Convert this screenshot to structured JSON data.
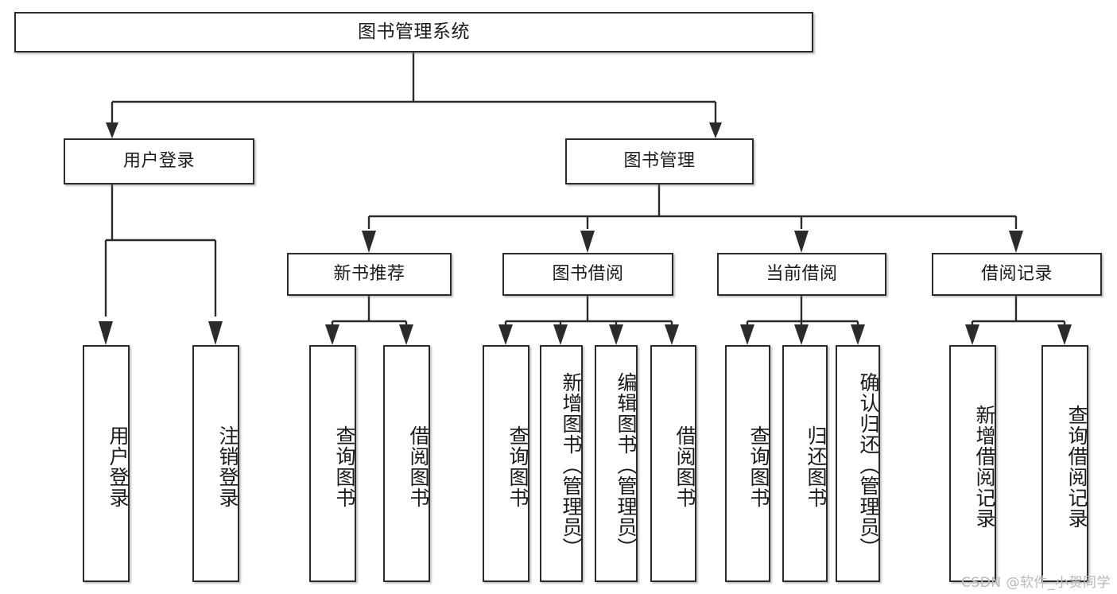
{
  "diagram": {
    "type": "tree",
    "title": "图书管理系统",
    "watermark": "CSDN @软件_小贺同学",
    "colors": {
      "box_border": "#2b2b2b",
      "box_fill": "#ffffff",
      "connector": "#2b2b2b",
      "text": "#1b1b1b",
      "watermark": "#b9b9b9",
      "background": "#ffffff"
    },
    "levels": [
      {
        "level": 1,
        "nodes": [
          {
            "id": "root",
            "label": "图书管理系统",
            "orientation": "horizontal"
          }
        ]
      },
      {
        "level": 2,
        "nodes": [
          {
            "id": "login",
            "label": "用户登录",
            "orientation": "horizontal",
            "parent": "root"
          },
          {
            "id": "bookmgmt",
            "label": "图书管理",
            "orientation": "horizontal",
            "parent": "root"
          }
        ]
      },
      {
        "level": 3,
        "nodes": [
          {
            "id": "newbook",
            "label": "新书推荐",
            "orientation": "horizontal",
            "parent": "bookmgmt"
          },
          {
            "id": "borrow",
            "label": "图书借阅",
            "orientation": "horizontal",
            "parent": "bookmgmt"
          },
          {
            "id": "current",
            "label": "当前借阅",
            "orientation": "horizontal",
            "parent": "bookmgmt"
          },
          {
            "id": "records",
            "label": "借阅记录",
            "orientation": "horizontal",
            "parent": "bookmgmt"
          }
        ]
      },
      {
        "level": 4,
        "nodes": [
          {
            "id": "leaf1",
            "label": "用户登录",
            "orientation": "vertical",
            "parent": "login"
          },
          {
            "id": "leaf2",
            "label": "注销登录",
            "orientation": "vertical",
            "parent": "login"
          },
          {
            "id": "leaf3",
            "label": "查询图书",
            "orientation": "vertical",
            "parent": "newbook"
          },
          {
            "id": "leaf4",
            "label": "借阅图书",
            "orientation": "vertical",
            "parent": "newbook"
          },
          {
            "id": "leaf5",
            "label": "查询图书",
            "orientation": "vertical",
            "parent": "borrow"
          },
          {
            "id": "leaf6",
            "label": "新增图书（管理员）",
            "orientation": "vertical",
            "parent": "borrow"
          },
          {
            "id": "leaf7",
            "label": "编辑图书（管理员）",
            "orientation": "vertical",
            "parent": "borrow"
          },
          {
            "id": "leaf8",
            "label": "借阅图书",
            "orientation": "vertical",
            "parent": "borrow"
          },
          {
            "id": "leaf9",
            "label": "查询图书",
            "orientation": "vertical",
            "parent": "current"
          },
          {
            "id": "leaf10",
            "label": "归还图书",
            "orientation": "vertical",
            "parent": "current"
          },
          {
            "id": "leaf11",
            "label": "确认归还（管理员）",
            "orientation": "vertical",
            "parent": "current"
          },
          {
            "id": "leaf12",
            "label": "新增借阅记录",
            "orientation": "vertical",
            "parent": "records"
          },
          {
            "id": "leaf13",
            "label": "查询借阅记录",
            "orientation": "vertical",
            "parent": "records"
          }
        ]
      }
    ]
  }
}
